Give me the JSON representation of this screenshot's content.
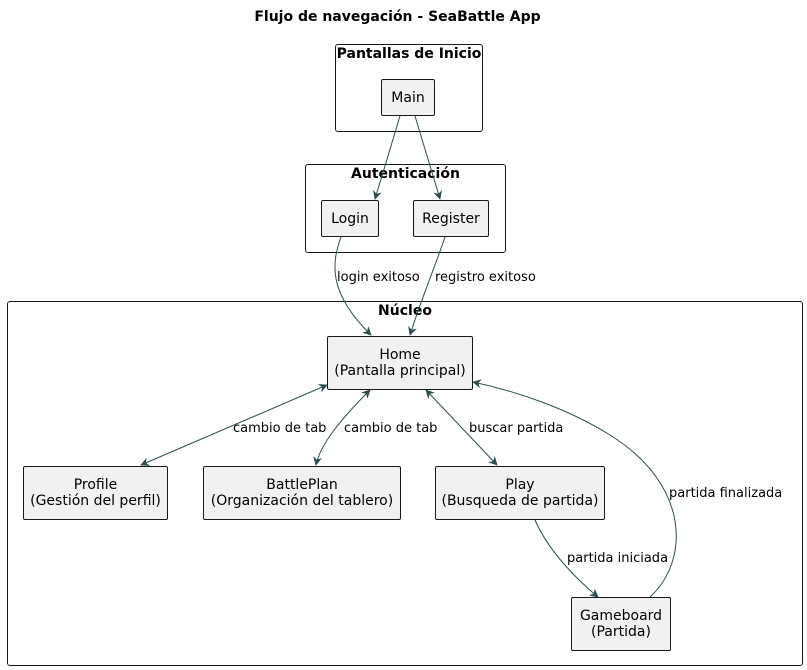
{
  "title": "Flujo de navegación - SeaBattle App",
  "packages": {
    "inicio": "Pantallas de Inicio",
    "auth": "Autenticación",
    "nucleo": "Núcleo"
  },
  "nodes": {
    "main": "Main",
    "login": "Login",
    "register": "Register",
    "home": "Home\n(Pantalla principal)",
    "profile": "Profile\n(Gestión del perfil)",
    "battleplan": "BattlePlan\n(Organización del tablero)",
    "play": "Play\n(Busqueda de partida)",
    "gameboard": "Gameboard\n(Partida)"
  },
  "edge_labels": {
    "login_home": "login exitoso",
    "register_home": "registro exitoso",
    "home_profile": "cambio de tab",
    "home_battleplan": "cambio de tab",
    "home_play": "buscar partida",
    "play_gameboard": "partida iniciada",
    "gameboard_home": "partida finalizada"
  },
  "colors": {
    "node_fill": "#f1f1f1",
    "border": "#181818",
    "edge": "#2f4f4f"
  }
}
